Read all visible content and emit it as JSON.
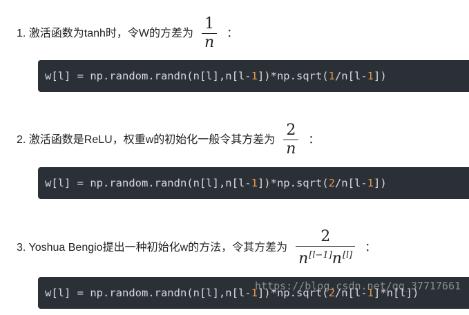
{
  "items": [
    {
      "heading": "1. 激活函数为tanh时，令W的方差为",
      "fraction": {
        "numerator": "1",
        "denominator": "n"
      },
      "colon": "：",
      "code": {
        "pre": "w[l] = np.random.randn(n[l],n[l-",
        "n1": "1",
        "mid": "])*np.sqrt(",
        "n2": "1",
        "mid2": "/n[l-",
        "n3": "1",
        "post": "])"
      }
    },
    {
      "heading": "2. 激活函数是ReLU，权重w的初始化一般令其方差为",
      "fraction": {
        "numerator": "2",
        "denominator": "n"
      },
      "colon": "：",
      "code": {
        "pre": "w[l] = np.random.randn(n[l],n[l-",
        "n1": "1",
        "mid": "])*np.sqrt(",
        "n2": "2",
        "mid2": "/n[l-",
        "n3": "1",
        "post": "])"
      }
    },
    {
      "heading": "3. Yoshua Bengio提出一种初始化w的方法，令其方差为",
      "fraction": {
        "numerator": "2",
        "den_base1": "n",
        "den_sup1": "[l−1]",
        "den_base2": "n",
        "den_sup2": "[l]"
      },
      "colon": "：",
      "code": {
        "pre": "w[l] = np.random.randn(n[l],n[l-",
        "n1": "1",
        "mid": "])*np.sqrt(",
        "n2": "2",
        "mid2": "/n[l-",
        "n3": "1",
        "post": "]*n[l])"
      }
    }
  ],
  "watermark": "https://blog.csdn.net/qq_37717661"
}
